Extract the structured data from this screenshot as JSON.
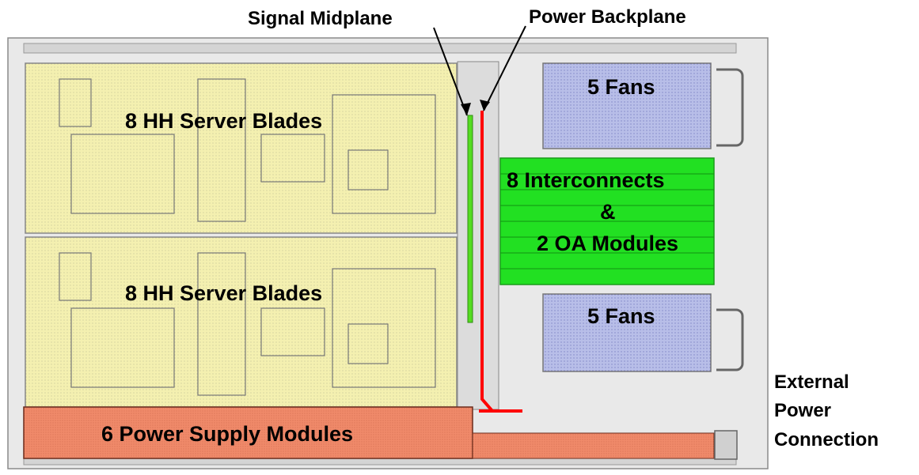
{
  "callouts": {
    "signal_midplane": "Signal Midplane",
    "power_backplane": "Power Backplane"
  },
  "modules": {
    "blades_top": "8 HH Server Blades",
    "blades_bottom": "8 HH Server Blades",
    "fans_top": "5 Fans",
    "fans_bottom": "5 Fans",
    "interconnects_line1": "8 Interconnects",
    "interconnects_line2": "&",
    "interconnects_line3": "2 OA Modules",
    "power_supplies": "6 Power Supply Modules"
  },
  "external_power": {
    "line1": "External",
    "line2": "Power",
    "line3": "Connection"
  },
  "colors": {
    "blades": "#f4f0b0",
    "fans": "#b8bee8",
    "interconnects": "#22e022",
    "power_supply": "#f08a6a",
    "power_backplane": "#ff0000",
    "signal_midplane": "#55dd22",
    "chassis": "#e8e8e8"
  }
}
